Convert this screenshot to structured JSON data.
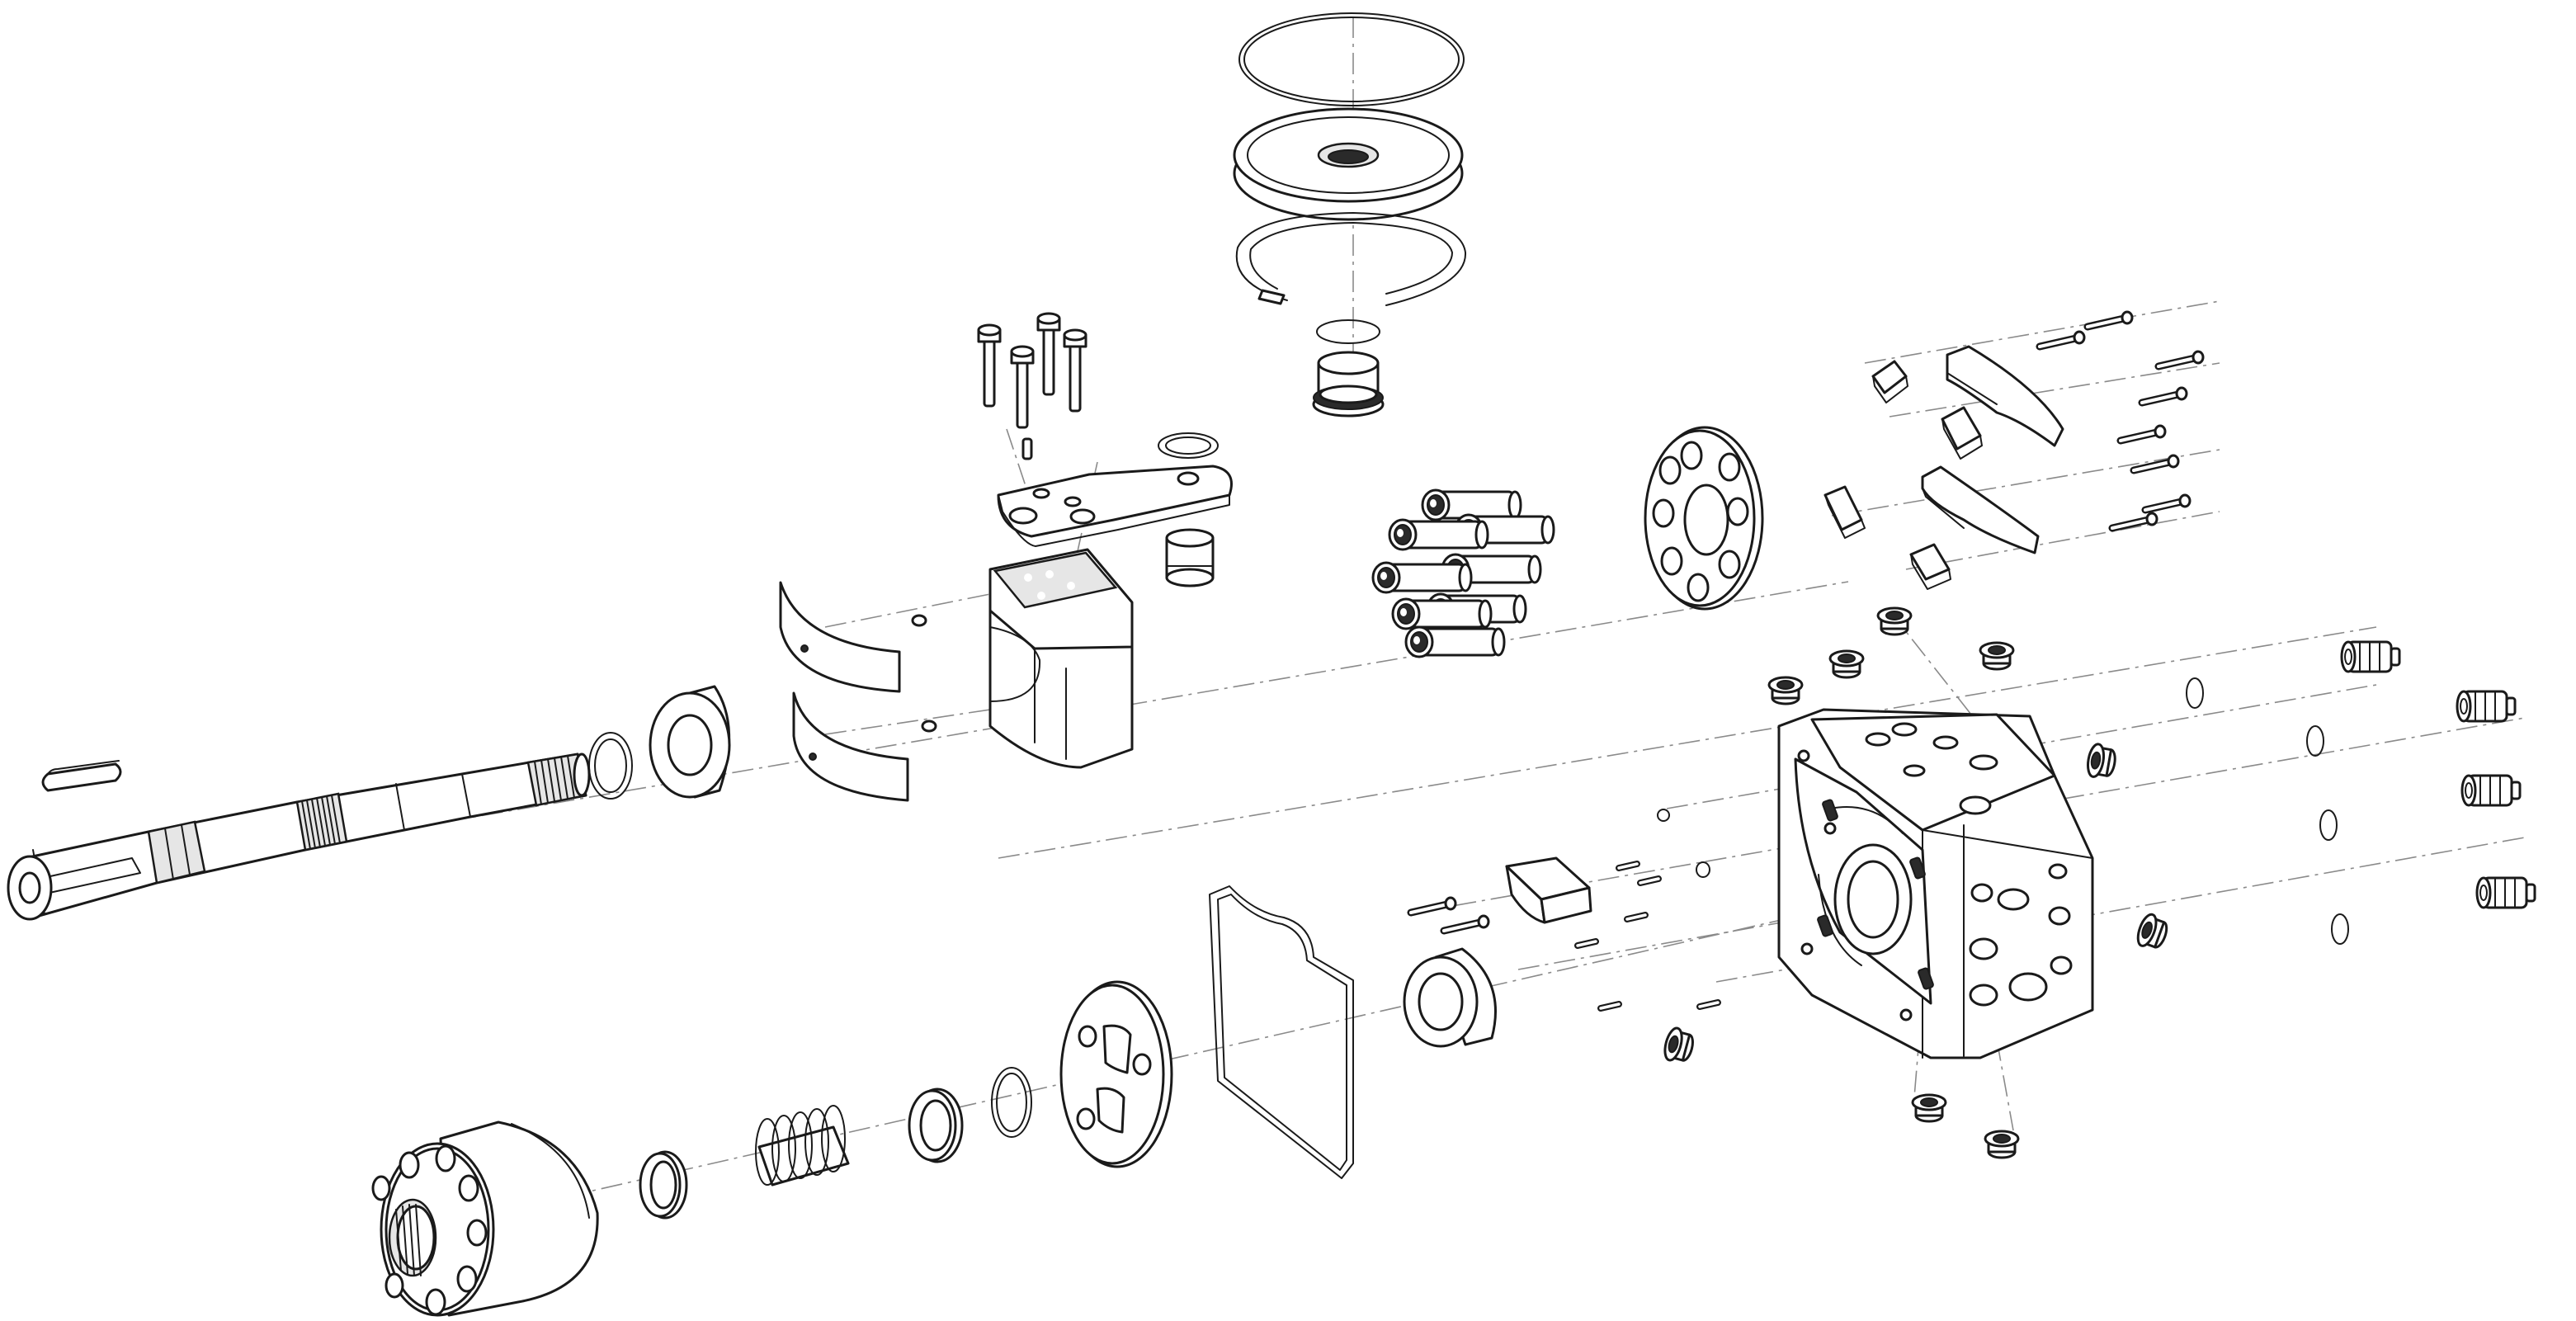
{
  "drawing": {
    "kind": "exploded-view",
    "line_color": "#1a1a1a",
    "axis_color": "#8a8a8a",
    "background": "#ffffff",
    "components": [
      "key",
      "drive-shaft",
      "shaft-retaining-ring",
      "shaft-bearing",
      "cradle-bearing-upper",
      "cradle-bearing-lower",
      "bearing-screw",
      "swashplate",
      "control-bolt",
      "servo-arm-plate",
      "servo-seal-ring",
      "servo-piston-sleeve",
      "large-o-ring",
      "cover-disc",
      "snap-ring-large",
      "seal-carrier",
      "piston-shoe-assembly",
      "retainer-plate",
      "guide-clamp",
      "guide-bracket",
      "clamp-screw",
      "housing",
      "gauge-port-plug",
      "housing-cap",
      "valve-cartridge",
      "cartridge-o-ring",
      "gasket",
      "valve-plate",
      "cylinder-block",
      "pre-load-spring",
      "spring-retaining-ring",
      "thrust-washer",
      "spring-seat",
      "end-cap-bearing",
      "dowel-pin",
      "cap-screw",
      "spacer-block",
      "plug-fitting"
    ]
  }
}
